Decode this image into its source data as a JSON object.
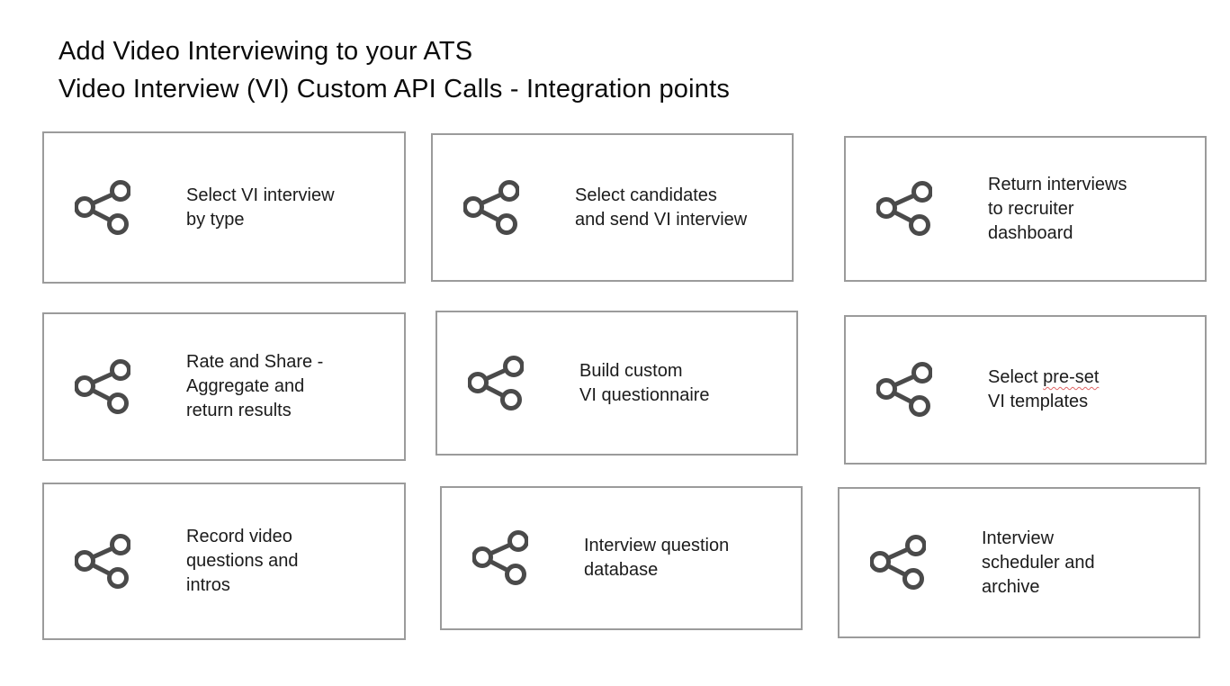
{
  "page": {
    "title_line1": "Add Video Interviewing to your ATS",
    "title_line2": "Video Interview (VI) Custom API Calls - Integration points"
  },
  "colors": {
    "box_border": "#9b9b9b",
    "icon": "#4a4a4a",
    "text": "#1b1b1b",
    "spellcheck_squiggle": "#e06666"
  },
  "icon": {
    "name": "share-icon"
  },
  "boxes": [
    {
      "label": "Select VI interview\nby type"
    },
    {
      "label": "Select candidates\nand send VI interview"
    },
    {
      "label": "Return interviews\nto recruiter\ndashboard"
    },
    {
      "label": "Rate and Share -\nAggregate and\nreturn results"
    },
    {
      "label": "Build custom\nVI questionnaire"
    },
    {
      "label_prefix": "Select ",
      "misspelled_word": "pre-set",
      "label_suffix": "\nVI templates"
    },
    {
      "label": "Record video\nquestions and\nintros"
    },
    {
      "label": "Interview question\ndatabase"
    },
    {
      "label": "Interview\nscheduler and\narchive"
    }
  ]
}
